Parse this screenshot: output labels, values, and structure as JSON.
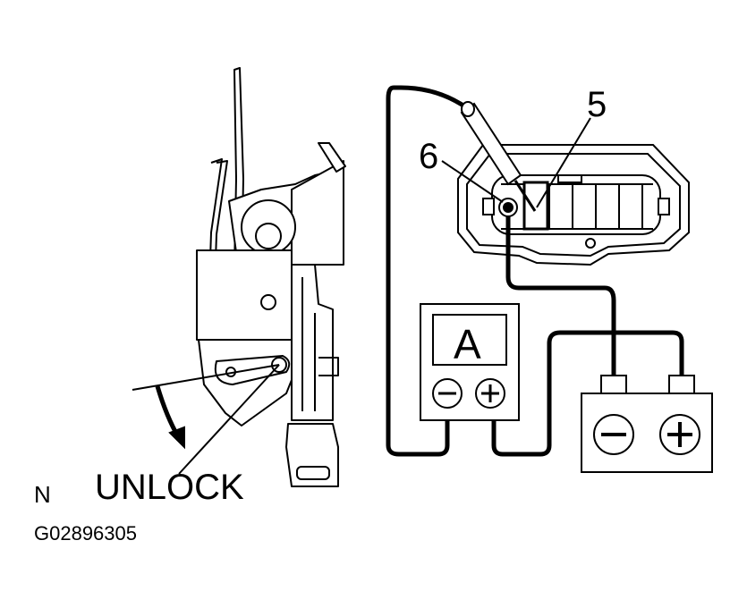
{
  "labels": {
    "pin_5": "5",
    "pin_6": "6",
    "position_n": "N",
    "position_unlock": "UNLOCK",
    "ammeter": "A",
    "figure_code": "G02896305"
  },
  "symbols": {
    "minus": "minus-sign-icon",
    "plus": "plus-sign-icon"
  },
  "colors": {
    "ink": "#000000",
    "paper": "#ffffff"
  }
}
